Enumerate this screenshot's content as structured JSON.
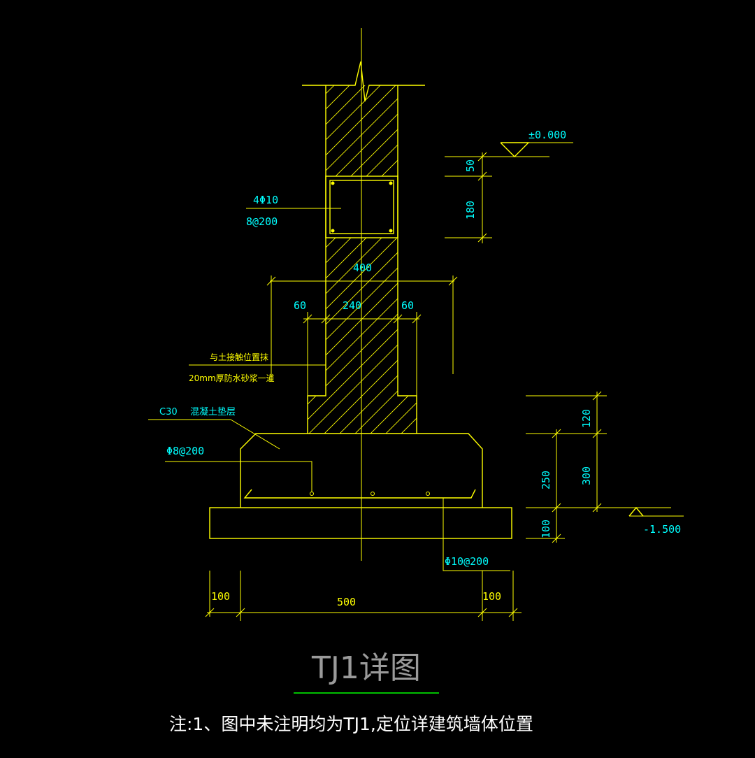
{
  "drawing": {
    "title": "TJ1详图",
    "note": "注:1、图中未注明均为TJ1,定位详建筑墙体位置",
    "elevations": {
      "top": "±0.000",
      "bottom": "-1.500"
    },
    "ring_beam": {
      "main_bars": "4Φ10",
      "stirrups": "8@200"
    },
    "waterproof_note": [
      "与土接触位置抹",
      "20mm厚防水砂浆一道"
    ],
    "concrete_note": {
      "grade": "C30",
      "label": "混凝土垫层"
    },
    "footing_bar_upper": "Φ8@200",
    "footing_bar_lower": "Φ10@200",
    "dims": {
      "beam_gap": "50",
      "beam_height": "180",
      "wall_total": "400",
      "wall_left": "60",
      "wall_mid": "240",
      "wall_right": "60",
      "step_h": "120",
      "footing_h": "300",
      "footing_body_h": "250",
      "pad_h": "100",
      "base_left": "100",
      "base_mid": "500",
      "base_right": "100"
    },
    "colors": {
      "line": "#ffff00",
      "dim_text": "#00ffff",
      "title": "#9a9a9a",
      "note": "#ffffff",
      "underline": "#00c000"
    }
  }
}
